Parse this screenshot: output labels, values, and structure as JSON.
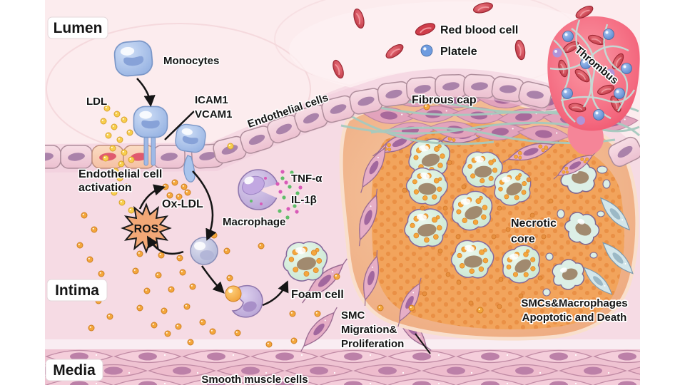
{
  "labels": {
    "lumen": "Lumen",
    "monocytes": "Monocytes",
    "ldl": "LDL",
    "icam1": "ICAM1",
    "vcam1": "VCAM1",
    "endothelial_cells": "Endothelial cells",
    "red_blood_cell": "Red blood cell",
    "platelet": "Platele",
    "fibrous_cap": "Fibrous cap",
    "thrombus": "Thrombus",
    "endothelial_activation_line1": "Endothelial cell",
    "endothelial_activation_line2": "activation",
    "ox_ldl": "Ox-LDL",
    "ros": "ROS",
    "tnf_alpha": "TNF-α",
    "il_1b": "IL-1β",
    "macrophage": "Macrophage",
    "intima": "Intima",
    "foam_cell": "Foam cell",
    "smc_line1": "SMC",
    "smc_line2": "Migration&",
    "smc_line3": "Proliferation",
    "necrotic_line1": "Necrotic",
    "necrotic_line2": "core",
    "apoptotic_line1": "SMCs&Macrophages",
    "apoptotic_line2": "Apoptotic and Death",
    "media": "Media",
    "smooth_muscle_cells": "Smooth muscle cells"
  },
  "colors": {
    "red_blood_cell": "#cf3e4b",
    "platelet": "#6f9ce0",
    "ldl_particle": "#f8cf4e",
    "ox_ldl_particle": "#f2a43a",
    "ros_burst": "#f2a877",
    "tnf_alpha_dot": "#5fbe68",
    "il_1b_dot": "#d85ab8",
    "thrombus": "#f4697f",
    "necrotic_core": "#f0a058",
    "monocyte": "#a9c4ec",
    "macrophage": "#c9b6df",
    "foam_cell": "#d8efdc"
  }
}
